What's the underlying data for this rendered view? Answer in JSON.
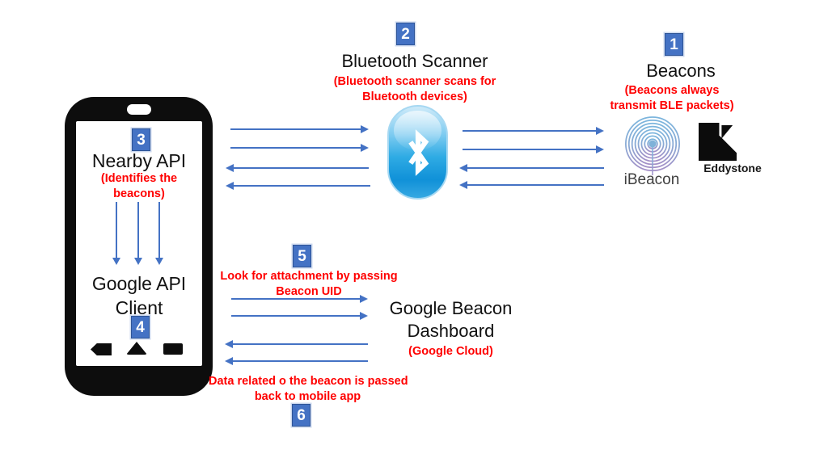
{
  "steps": {
    "s1": "1",
    "s2": "2",
    "s3": "3",
    "s4": "4",
    "s5": "5",
    "s6": "6"
  },
  "scanner": {
    "title": "Bluetooth Scanner",
    "caption": [
      "(Bluetooth scanner scans for",
      "Bluetooth devices)"
    ]
  },
  "beacons": {
    "title": "Beacons",
    "caption": [
      "(Beacons always",
      "transmit BLE packets)"
    ],
    "ibeacon_label": "iBeacon",
    "eddystone_label": "Eddystone"
  },
  "phone": {
    "nearby_title": "Nearby API",
    "nearby_caption": [
      "(Identifies the",
      "beacons)"
    ],
    "client_title": [
      "Google API",
      "Client"
    ]
  },
  "dashboard": {
    "title": [
      "Google Beacon",
      "Dashboard"
    ],
    "caption": "(Google Cloud)"
  },
  "flows": {
    "request": [
      "Look for attachment by passing",
      "Beacon UID"
    ],
    "response": [
      "Data related o the beacon is passed",
      "back to mobile app"
    ]
  },
  "icons": {
    "scanner": "bluetooth-icon",
    "ibeacon": "ibeacon-rings-icon",
    "eddystone": "eddystone-icon",
    "phone_nav": [
      "back-icon",
      "home-icon",
      "recent-apps-icon"
    ]
  },
  "colors": {
    "accent_blue": "#4472C4",
    "badge_blue": "#4472C4",
    "badge_border": "#2F5597",
    "annotation_red": "#FF0000",
    "ink": "#111111"
  }
}
